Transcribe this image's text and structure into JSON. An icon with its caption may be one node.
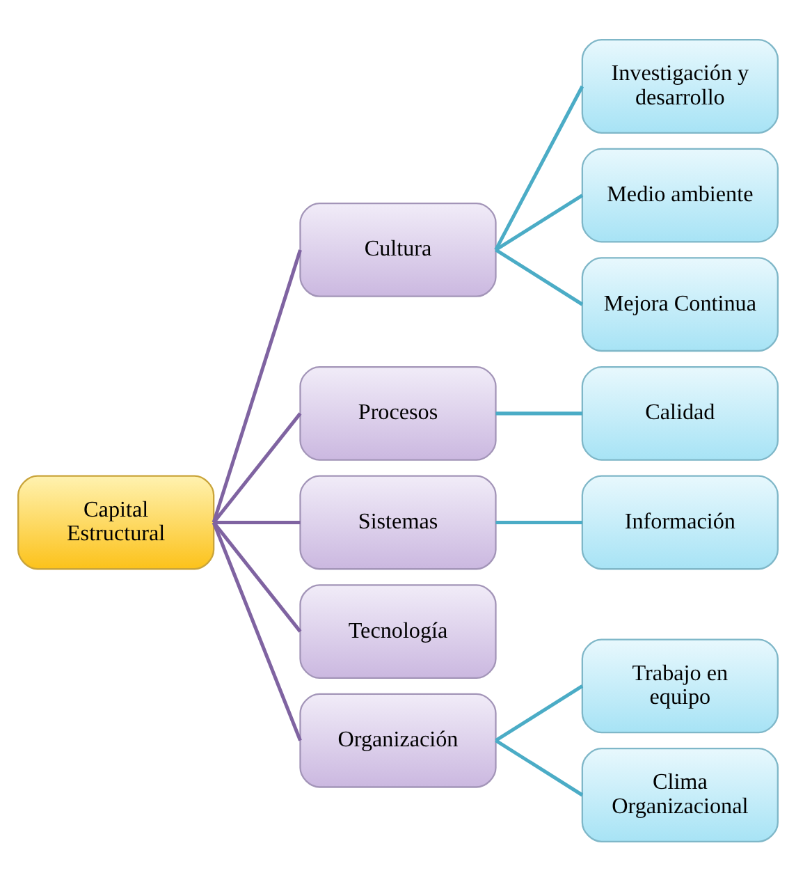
{
  "diagram": {
    "nodes": [
      {
        "text": [
          "Capital Estructural"
        ]
      },
      {
        "text": [
          "Cultura"
        ]
      },
      {
        "text": [
          "Investigación y desarrollo"
        ]
      },
      {
        "text": [
          "Medio ambiente"
        ]
      },
      {
        "text": [
          "Mejora Continua"
        ]
      },
      {
        "text": [
          "Procesos"
        ]
      },
      {
        "text": [
          "Calidad"
        ]
      },
      {
        "text": [
          "Sistemas"
        ]
      },
      {
        "text": [
          "Información"
        ]
      },
      {
        "text": [
          "Tecnología"
        ]
      },
      {
        "text": [
          "Organización"
        ]
      },
      {
        "text": [
          "Trabajo en equipo"
        ]
      },
      {
        "text": [
          "Clima Organizacional"
        ]
      }
    ],
    "edges": [
      {
        "from": 0,
        "to": 1,
        "arrow": "none",
        "color": "#7f63a1"
      },
      {
        "from": 1,
        "to": 2,
        "arrow": "none"
      },
      {
        "from": 1,
        "to": 3,
        "arrow": "none"
      },
      {
        "from": 1,
        "to": 4,
        "arrow": "none"
      },
      {
        "from": 0,
        "to": 5,
        "arrow": "none",
        "color": "#7f63a1"
      },
      {
        "from": 5,
        "to": 6,
        "arrow": "none"
      },
      {
        "from": 0,
        "to": 7,
        "arrow": "none",
        "color": "#7f63a1"
      },
      {
        "from": 7,
        "to": 8,
        "arrow": "none"
      },
      {
        "from": 0,
        "to": 9,
        "arrow": "none",
        "color": "#7f63a1"
      },
      {
        "from": 0,
        "to": 10,
        "arrow": "none",
        "color": "#7f63a1"
      },
      {
        "from": 10,
        "to": 11,
        "arrow": "none"
      },
      {
        "from": 10,
        "to": 12,
        "arrow": "none"
      }
    ]
  }
}
